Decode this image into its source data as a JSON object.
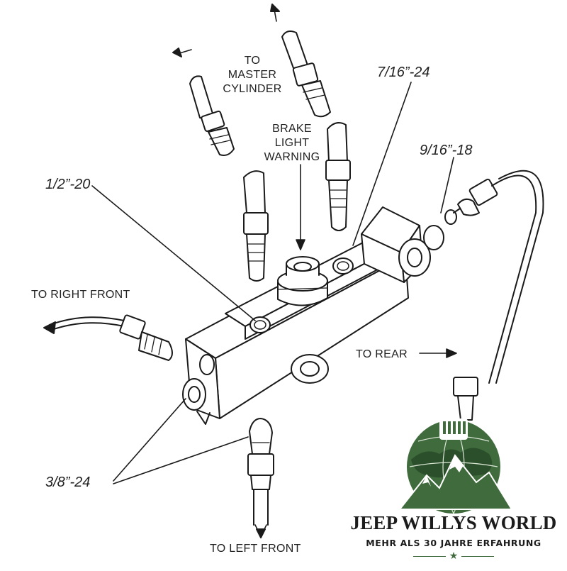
{
  "labels": {
    "to_master_cylinder": [
      "TO",
      "MASTER",
      "CYLINDER"
    ],
    "brake_light_warning": [
      "BRAKE",
      "LIGHT",
      "WARNING"
    ],
    "fitting_7_16": "7/16”-24",
    "fitting_9_16": "9/16”-18",
    "fitting_1_2": "1/2”-20",
    "to_right_front": "TO RIGHT FRONT",
    "to_rear": "TO REAR",
    "fitting_3_8": "3/8”-24",
    "to_left_front": "TO LEFT FRONT"
  },
  "logo": {
    "title": "JEEP WILLYS WORLD",
    "subtitle": "MEHR ALS 30 JAHRE ERFAHRUNG",
    "star": "★",
    "colors": {
      "green": "#3f6b3d",
      "dark": "#1c1c1c",
      "light": "#ffffff"
    }
  },
  "colors": {
    "ink": "#1a1a1a",
    "background": "#ffffff"
  }
}
